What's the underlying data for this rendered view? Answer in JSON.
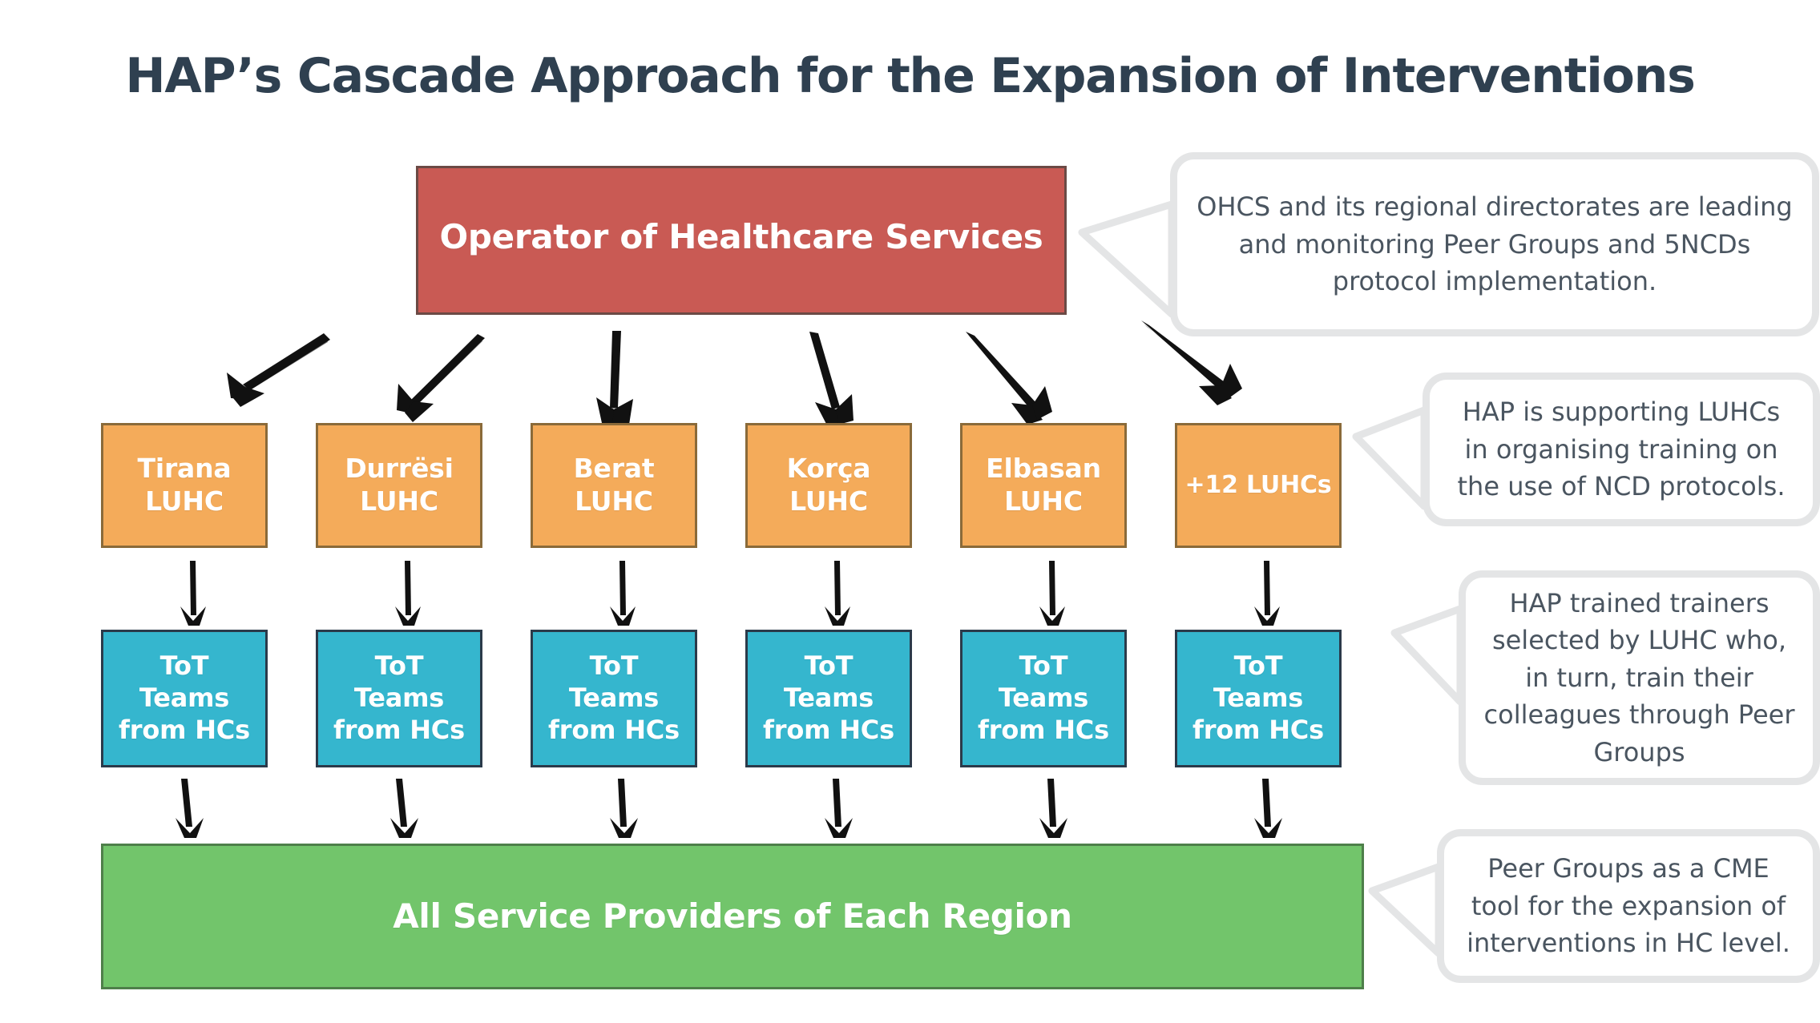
{
  "page": {
    "title": "HAP’s Cascade Approach for the Expansion of Interventions",
    "background": "#FFFFFF",
    "title_color": "#2F4050"
  },
  "colors": {
    "top_node": "#C95A54",
    "region_node": "#F4AB5A",
    "trainer_node": "#35B6CE",
    "provider_node": "#72C56B",
    "bubble_border": "#E4E5E6",
    "bubble_text": "#4A5560",
    "arrow": "#111111"
  },
  "diagram": {
    "type": "cascade-flow",
    "levels": [
      {
        "level": 1,
        "name": "operator",
        "nodes": [
          {
            "label": "Operator of Healthcare Services",
            "color": "#C95A54"
          }
        ]
      },
      {
        "level": 2,
        "name": "regional-health-units",
        "nodes": [
          {
            "line1": "Tirana",
            "line2": "LUHC",
            "color": "#F4AB5A"
          },
          {
            "line1": "Durrësi",
            "line2": "LUHC",
            "color": "#F4AB5A"
          },
          {
            "line1": "Berat",
            "line2": "LUHC",
            "color": "#F4AB5A"
          },
          {
            "line1": "Korça",
            "line2": "LUHC",
            "color": "#F4AB5A"
          },
          {
            "line1": "Elbasan",
            "line2": "LUHC",
            "color": "#F4AB5A"
          },
          {
            "line1": "+12 LUHCs",
            "line2": "",
            "color": "#F4AB5A"
          }
        ]
      },
      {
        "level": 3,
        "name": "training-of-trainers",
        "nodes": [
          {
            "line1": "ToT",
            "line2": "Teams",
            "line3": "from HCs",
            "color": "#35B6CE"
          },
          {
            "line1": "ToT",
            "line2": "Teams",
            "line3": "from HCs",
            "color": "#35B6CE"
          },
          {
            "line1": "ToT",
            "line2": "Teams",
            "line3": "from HCs",
            "color": "#35B6CE"
          },
          {
            "line1": "ToT",
            "line2": "Teams",
            "line3": "from HCs",
            "color": "#35B6CE"
          },
          {
            "line1": "ToT",
            "line2": "Teams",
            "line3": "from HCs",
            "color": "#35B6CE"
          },
          {
            "line1": "ToT",
            "line2": "Teams",
            "line3": "from HCs",
            "color": "#35B6CE"
          }
        ]
      },
      {
        "level": 4,
        "name": "service-providers",
        "nodes": [
          {
            "label": "All Service Providers of Each Region",
            "color": "#72C56B"
          }
        ]
      }
    ]
  },
  "callouts": [
    {
      "id": "callout-ohcs",
      "text": "OHCS and its regional directorates are leading and monitoring Peer Groups and 5NCDs protocol implementation.",
      "attached_to": "operator"
    },
    {
      "id": "callout-luhc",
      "text": "HAP is supporting LUHCs in organising training on the use of NCD protocols.",
      "attached_to": "regional-health-units"
    },
    {
      "id": "callout-tot",
      "text": "HAP trained trainers selected by LUHC who, in turn, train their colleagues through Peer Groups",
      "attached_to": "training-of-trainers"
    },
    {
      "id": "callout-providers",
      "text": "Peer Groups as a CME tool for the expansion of interventions in HC level.",
      "attached_to": "service-providers"
    }
  ]
}
